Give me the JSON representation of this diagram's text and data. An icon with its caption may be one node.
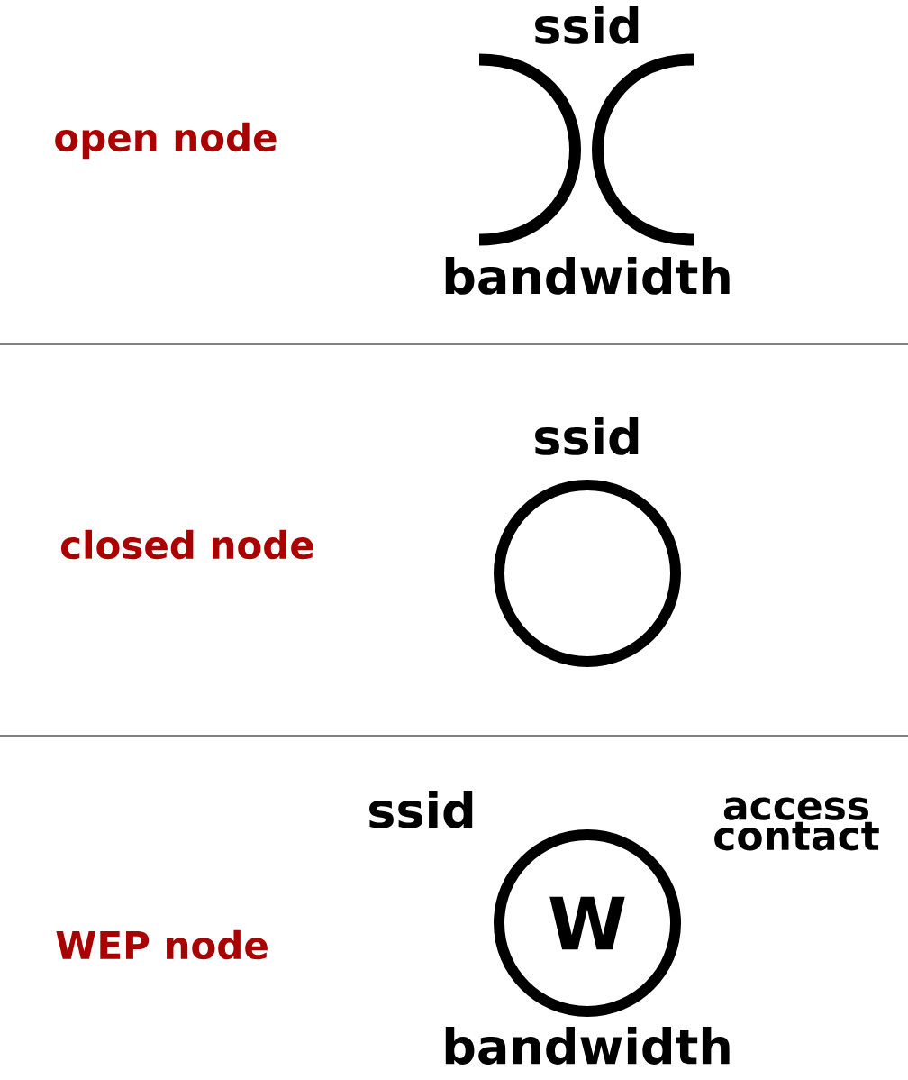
{
  "diagram": {
    "nodes": [
      {
        "text": [
          "ssid",
          "bandwidth"
        ]
      },
      {
        "text": [
          "ssid"
        ]
      },
      {
        "text": [
          "W"
        ],
        "beside": [
          "ssid",
          "access contact",
          "bandwidth"
        ]
      }
    ],
    "labels": [
      "open node",
      "closed node",
      "WEP node"
    ]
  }
}
